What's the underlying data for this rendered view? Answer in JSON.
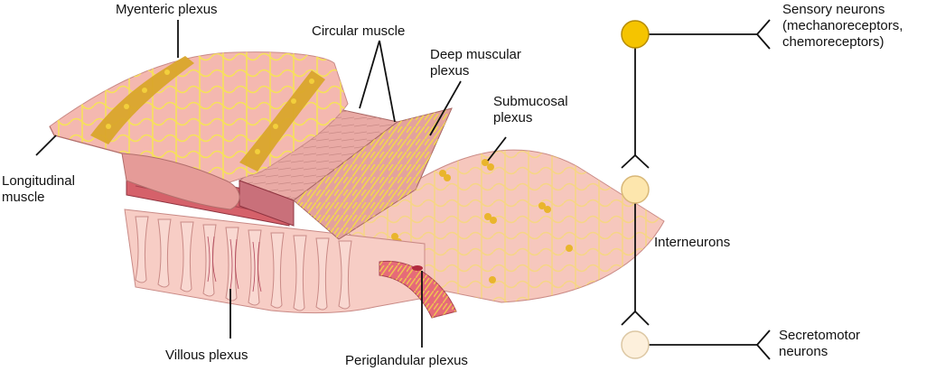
{
  "labels": {
    "myenteric_plexus": "Myenteric plexus",
    "circular_muscle": "Circular muscle",
    "deep_muscular_plexus": "Deep muscular\nplexus",
    "submucosal_plexus": "Submucosal\nplexus",
    "longitudinal_muscle": "Longitudinal\nmuscle",
    "villous_plexus": "Villous plexus",
    "periglandular_plexus": "Periglandular plexus",
    "sensory_neurons": "Sensory neurons\n(mechanoreceptors,\nchemoreceptors)",
    "interneurons": "Interneurons",
    "secretomotor_neurons": "Secretomotor\nneurons"
  },
  "colors": {
    "sensory_neuron": "#f5c400",
    "interneuron": "#fde6ad",
    "secretomotor_neuron": "#fdf0dc",
    "tissue_pink": "#f4b8b0",
    "muscle_red": "#d5616a",
    "nerve_yellow": "#f5e160"
  }
}
